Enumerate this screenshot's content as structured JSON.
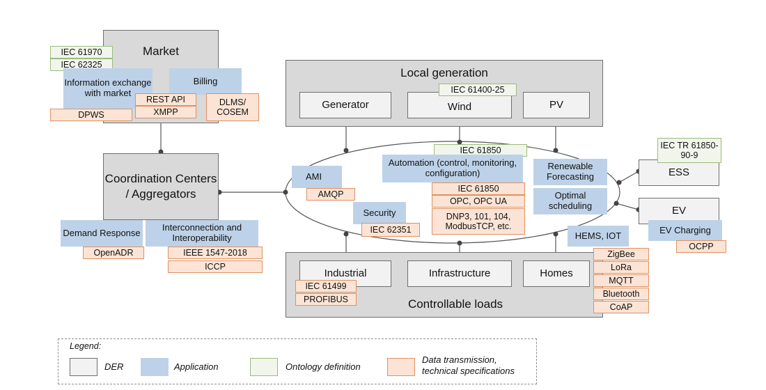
{
  "market": {
    "title": "Market",
    "ontology": [
      "IEC 61970",
      "IEC 62325"
    ],
    "info_exchange": "Information exchange with market",
    "billing": "Billing",
    "rest_api": "REST API",
    "xmpp": "XMPP",
    "dpws": "DPWS",
    "dlms": "DLMS/ COSEM"
  },
  "coordination": {
    "title": "Coordination Centers / Aggregators",
    "demand_response": "Demand Response",
    "openadr": "OpenADR",
    "interconnection": "Interconnection and Interoperability",
    "ieee": "IEEE 1547-2018",
    "iccp": "ICCP"
  },
  "local_generation": {
    "title": "Local generation",
    "generator": "Generator",
    "wind": "Wind",
    "pv": "PV",
    "wind_std": "IEC 61400-25"
  },
  "center": {
    "ami": "AMI",
    "amqp": "AMQP",
    "security": "Security",
    "iec62351": "IEC 62351",
    "iec61850_top": "IEC 61850",
    "automation": "Automation (control, monitoring, configuration)",
    "iec61850": "IEC 61850",
    "opc": "OPC, OPC UA",
    "dnp3": "DNP3, 101, 104, ModbusTCP, etc.",
    "renewable": "Renewable Forecasting",
    "optimal": "Optimal scheduling"
  },
  "ess": {
    "label": "ESS",
    "std": "IEC TR 61850-90-9"
  },
  "ev": {
    "label": "EV",
    "charging": "EV Charging",
    "ocpp": "OCPP"
  },
  "loads": {
    "title": "Controllable loads",
    "industrial": "Industrial",
    "infrastructure": "Infrastructure",
    "homes": "Homes",
    "iec61499": "IEC 61499",
    "profibus": "PROFIBUS"
  },
  "hems": {
    "label": "HEMS, IOT",
    "protocols": [
      "ZigBee",
      "LoRa",
      "MQTT",
      "Bluetooth",
      "CoAP"
    ]
  },
  "legend": {
    "title": "Legend:",
    "der": "DER",
    "application": "Application",
    "ontology": "Ontology definition",
    "data": "Data transmission, technical specifications"
  },
  "colors": {
    "der": "#f2f2f2",
    "application": "#bdd2e8",
    "ontology": "#f1f5ec",
    "data": "#fbe4d5",
    "container": "#d9d9d9"
  }
}
